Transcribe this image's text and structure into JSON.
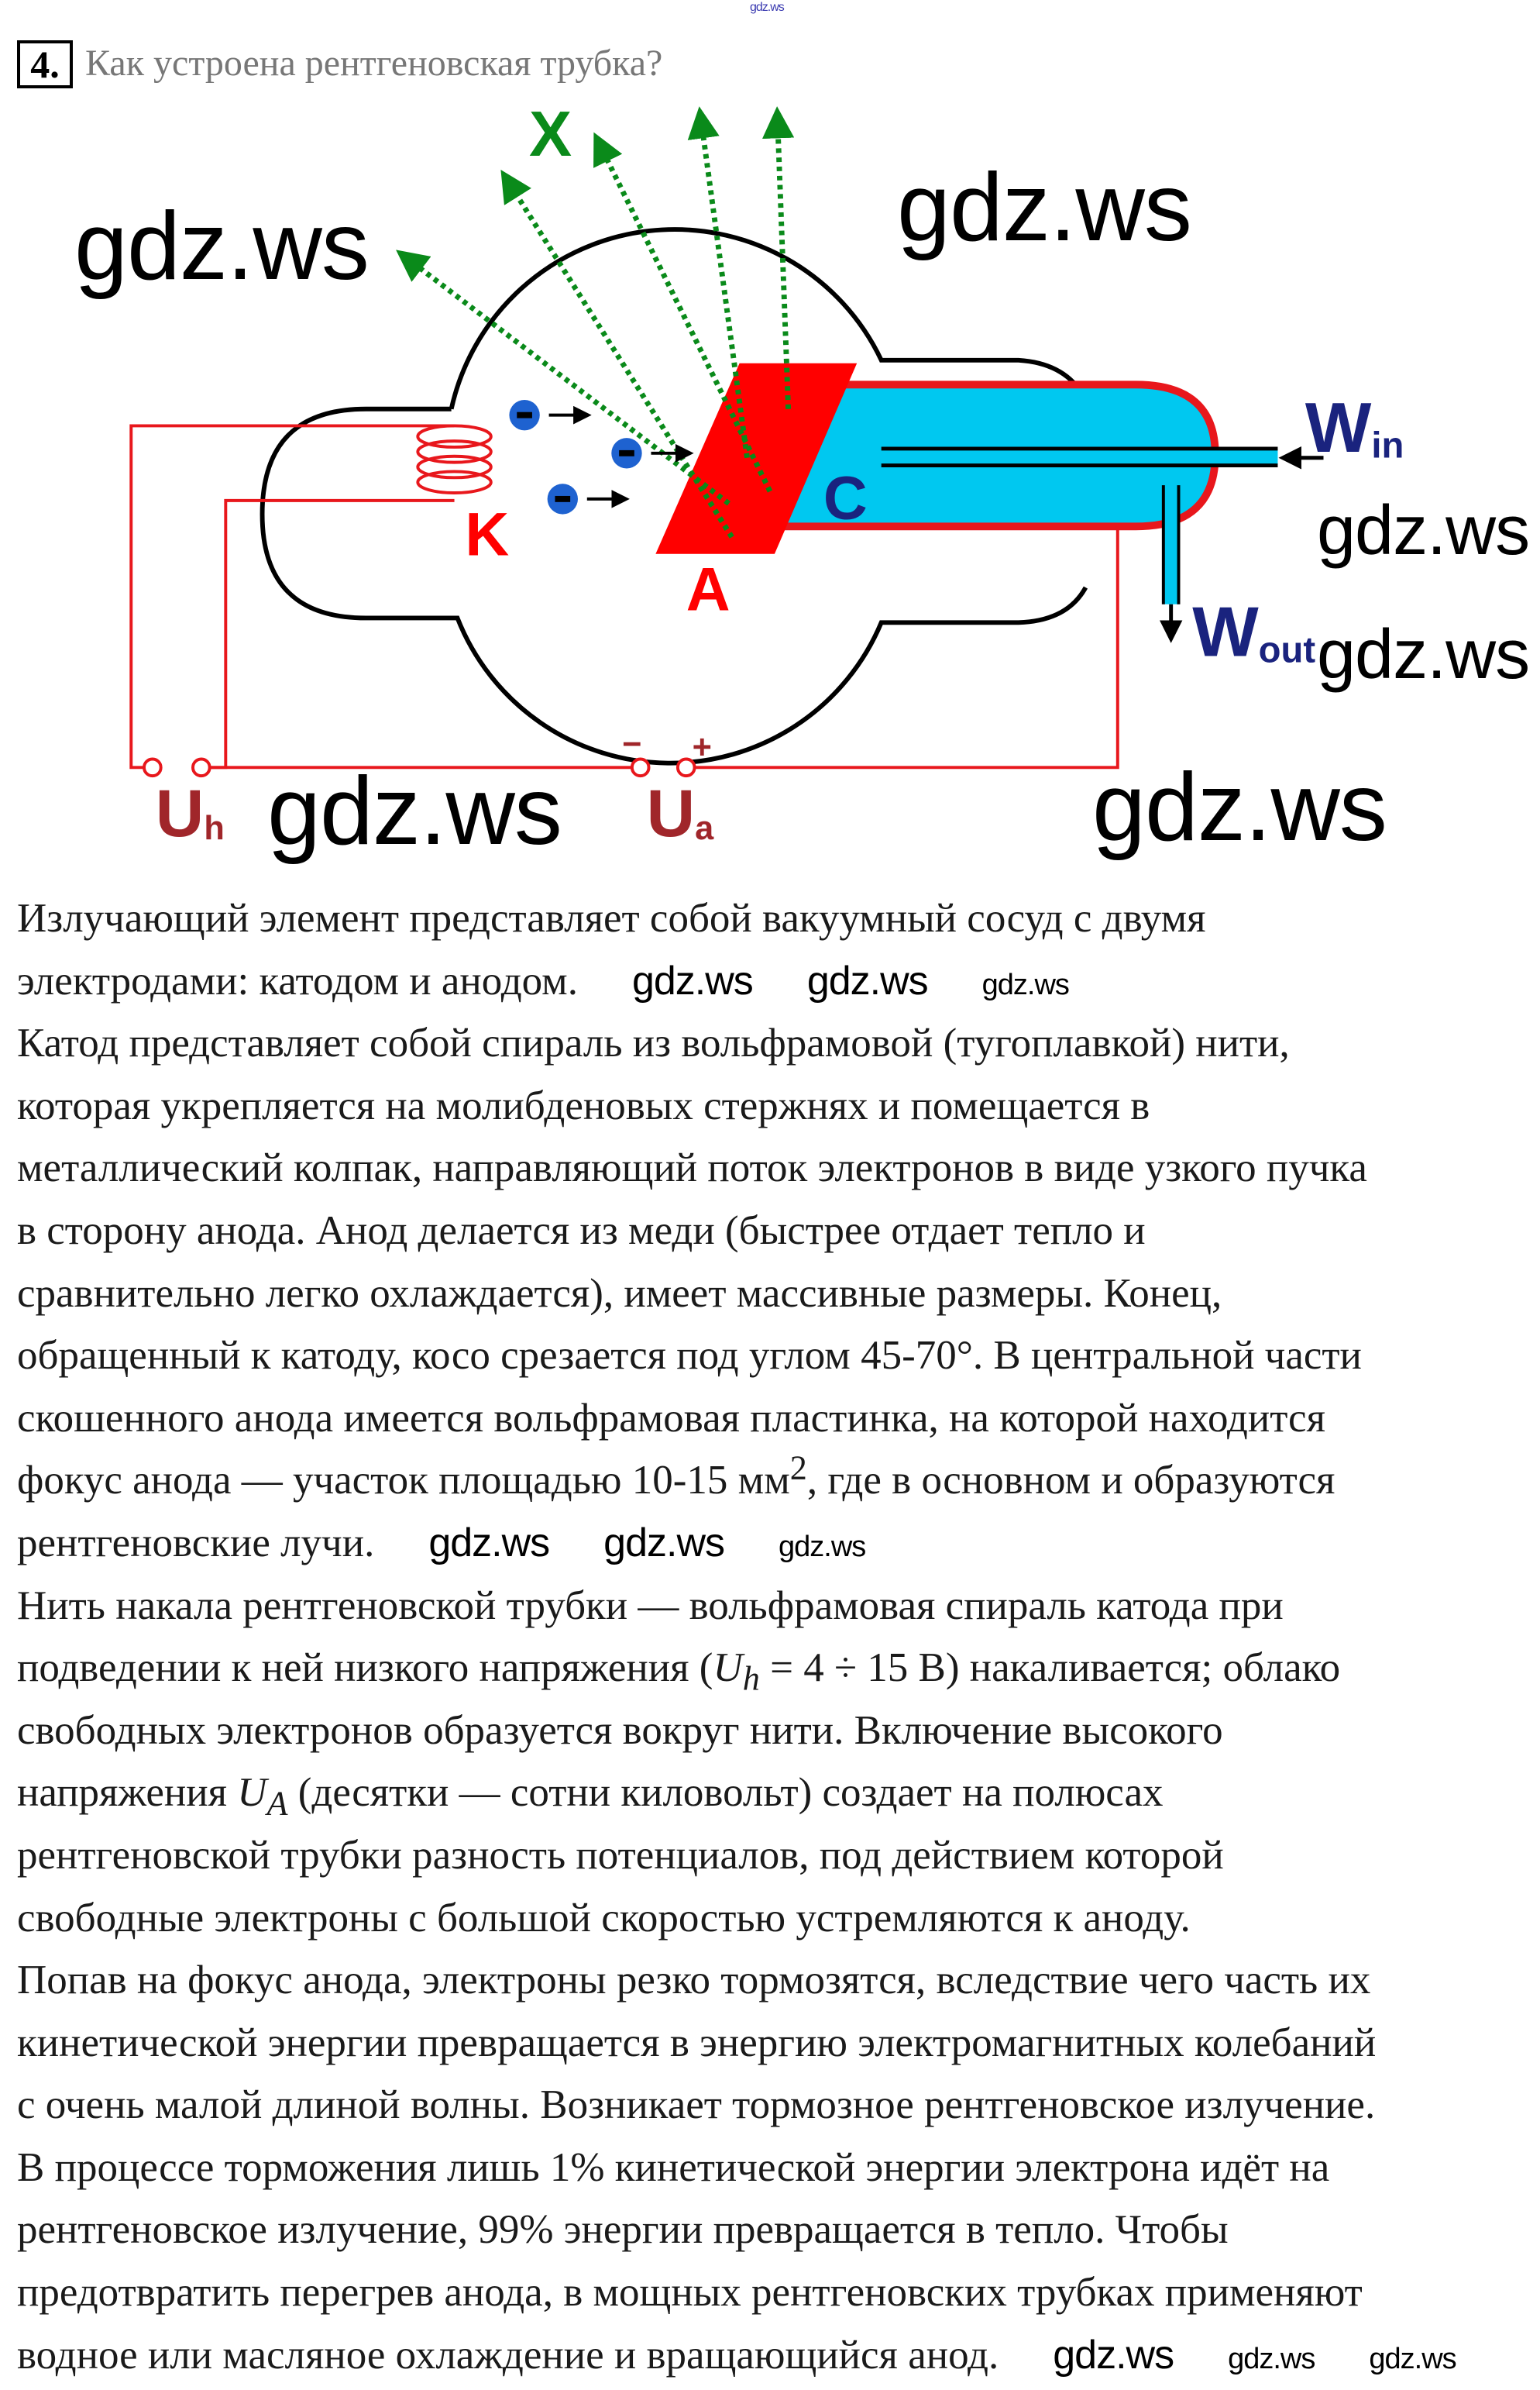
{
  "header": {
    "site_mark": "gdz.ws",
    "number": "4.",
    "question": "Как устроена рентгеновская трубка?"
  },
  "diagram": {
    "labels": {
      "x": "X",
      "k": "K",
      "a": "A",
      "c": "C",
      "w": "W",
      "w_in_sub": "in",
      "w_out_sub": "out",
      "u": "U",
      "uh_sub": "h",
      "ua_sub": "a",
      "minus": "−",
      "plus": "+"
    },
    "colors": {
      "bulb": "#000000",
      "wire": "#e8171c",
      "anode": "#ff0000",
      "cooler": "#00c8f0",
      "xray": "#0a8a1a",
      "electron": "#1e62d0",
      "label_blue": "#1a237e",
      "label_u": "#a0262a"
    }
  },
  "watermark": "gdz.ws",
  "text": {
    "lines": [
      "Излучающий элемент представляет собой вакуумный сосуд с двумя",
      "электродами: катодом и анодом.",
      "Катод представляет собой спираль из вольфрамовой (тугоплавкой) нити,",
      "которая укрепляется на молибденовых стержнях и помещается в",
      "металлический колпак, направляющий поток электронов в виде узкого пучка",
      "в сторону анода. Анод делается из меди (быстрее отдает тепло и",
      "сравнительно легко охлаждается), имеет массивные размеры. Конец,",
      "обращенный к катоду, косо срезается под углом 45-70°. В центральной части",
      "скошенного анода имеется вольфрамовая пластинка, на которой находится",
      {
        "pre": "фокус анода — участок площадью 10-15 мм",
        "sup": "2",
        "post": ", где в основном и образуются"
      },
      "рентгеновские лучи.",
      "Нить накала рентгеновской трубки — вольфрамовая спираль катода при",
      {
        "pre": "подведении к ней низкого напряжения (",
        "var": "U",
        "sub": "h",
        "post": " = 4 ÷ 15 В) накаливается; облако"
      },
      "свободных электронов образуется вокруг нити. Включение высокого",
      {
        "pre": "напряжения ",
        "var": "U",
        "sub": "A",
        "post": " (десятки — сотни киловольт) создает на полюсах"
      },
      "рентгеновской трубки разность потенциалов, под действием которой",
      "свободные электроны с большой скоростью устремляются к аноду.",
      "Попав на фокус анода, электроны резко тормозятся, вследствие чего часть их",
      "кинетической энергии превращается в энергию электромагнитных колебаний",
      "с очень малой длиной волны. Возникает тормозное рентгеновское излучение.",
      "В процессе торможения лишь 1% кинетической энергии электрона идёт на",
      "рентгеновское излучение, 99% энергии превращается в тепло. Чтобы",
      "предотвратить перегрев анода, в мощных рентгеновских трубках применяют",
      "водное или масляное охлаждение и вращающийся анод."
    ]
  }
}
